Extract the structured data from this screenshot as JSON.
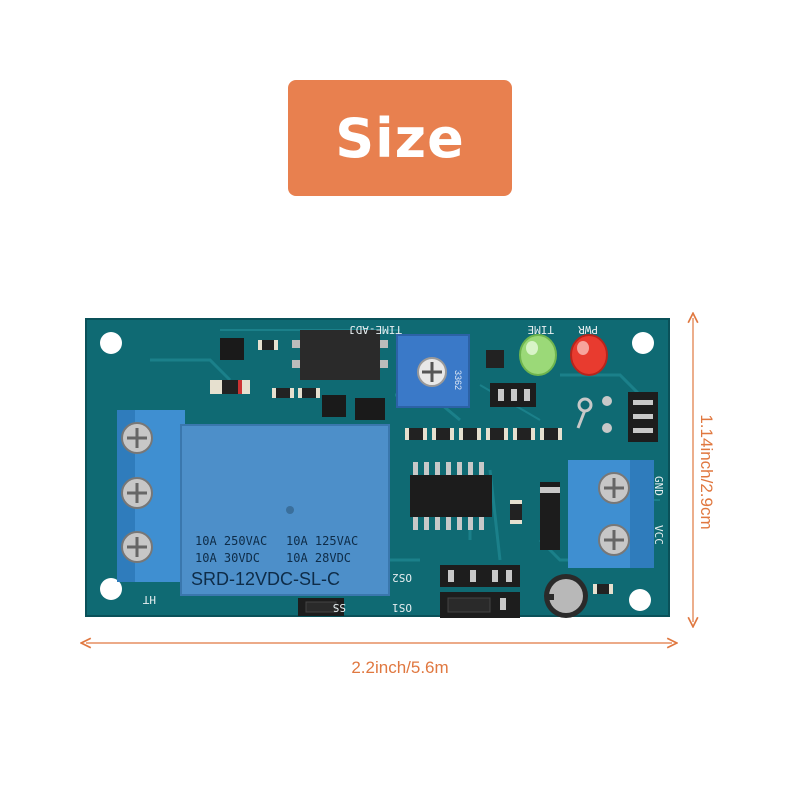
{
  "badge": {
    "label": "Size",
    "color": "#e8804f"
  },
  "dimensions": {
    "width_label": "2.2inch/5.6m",
    "height_label": "1.14inch/2.9cm",
    "line_color": "#e07840"
  },
  "board": {
    "pcb_color": "#0f6a73",
    "relay_lines": [
      "10A 250VAC",
      "10A 125VAC",
      "10A 30VDC",
      "10A 28VDC"
    ],
    "relay_model": "SRD-12VDC-SL-C",
    "silk_labels": {
      "time_adj": "TIME-ADJ",
      "time": "TIME",
      "pwr": "PWR",
      "gnd": "GND",
      "vcc": "VCC",
      "ht": "HT",
      "os1": "OS1",
      "os2": "OS2",
      "pot": "3362",
      "ss": "SS"
    }
  }
}
